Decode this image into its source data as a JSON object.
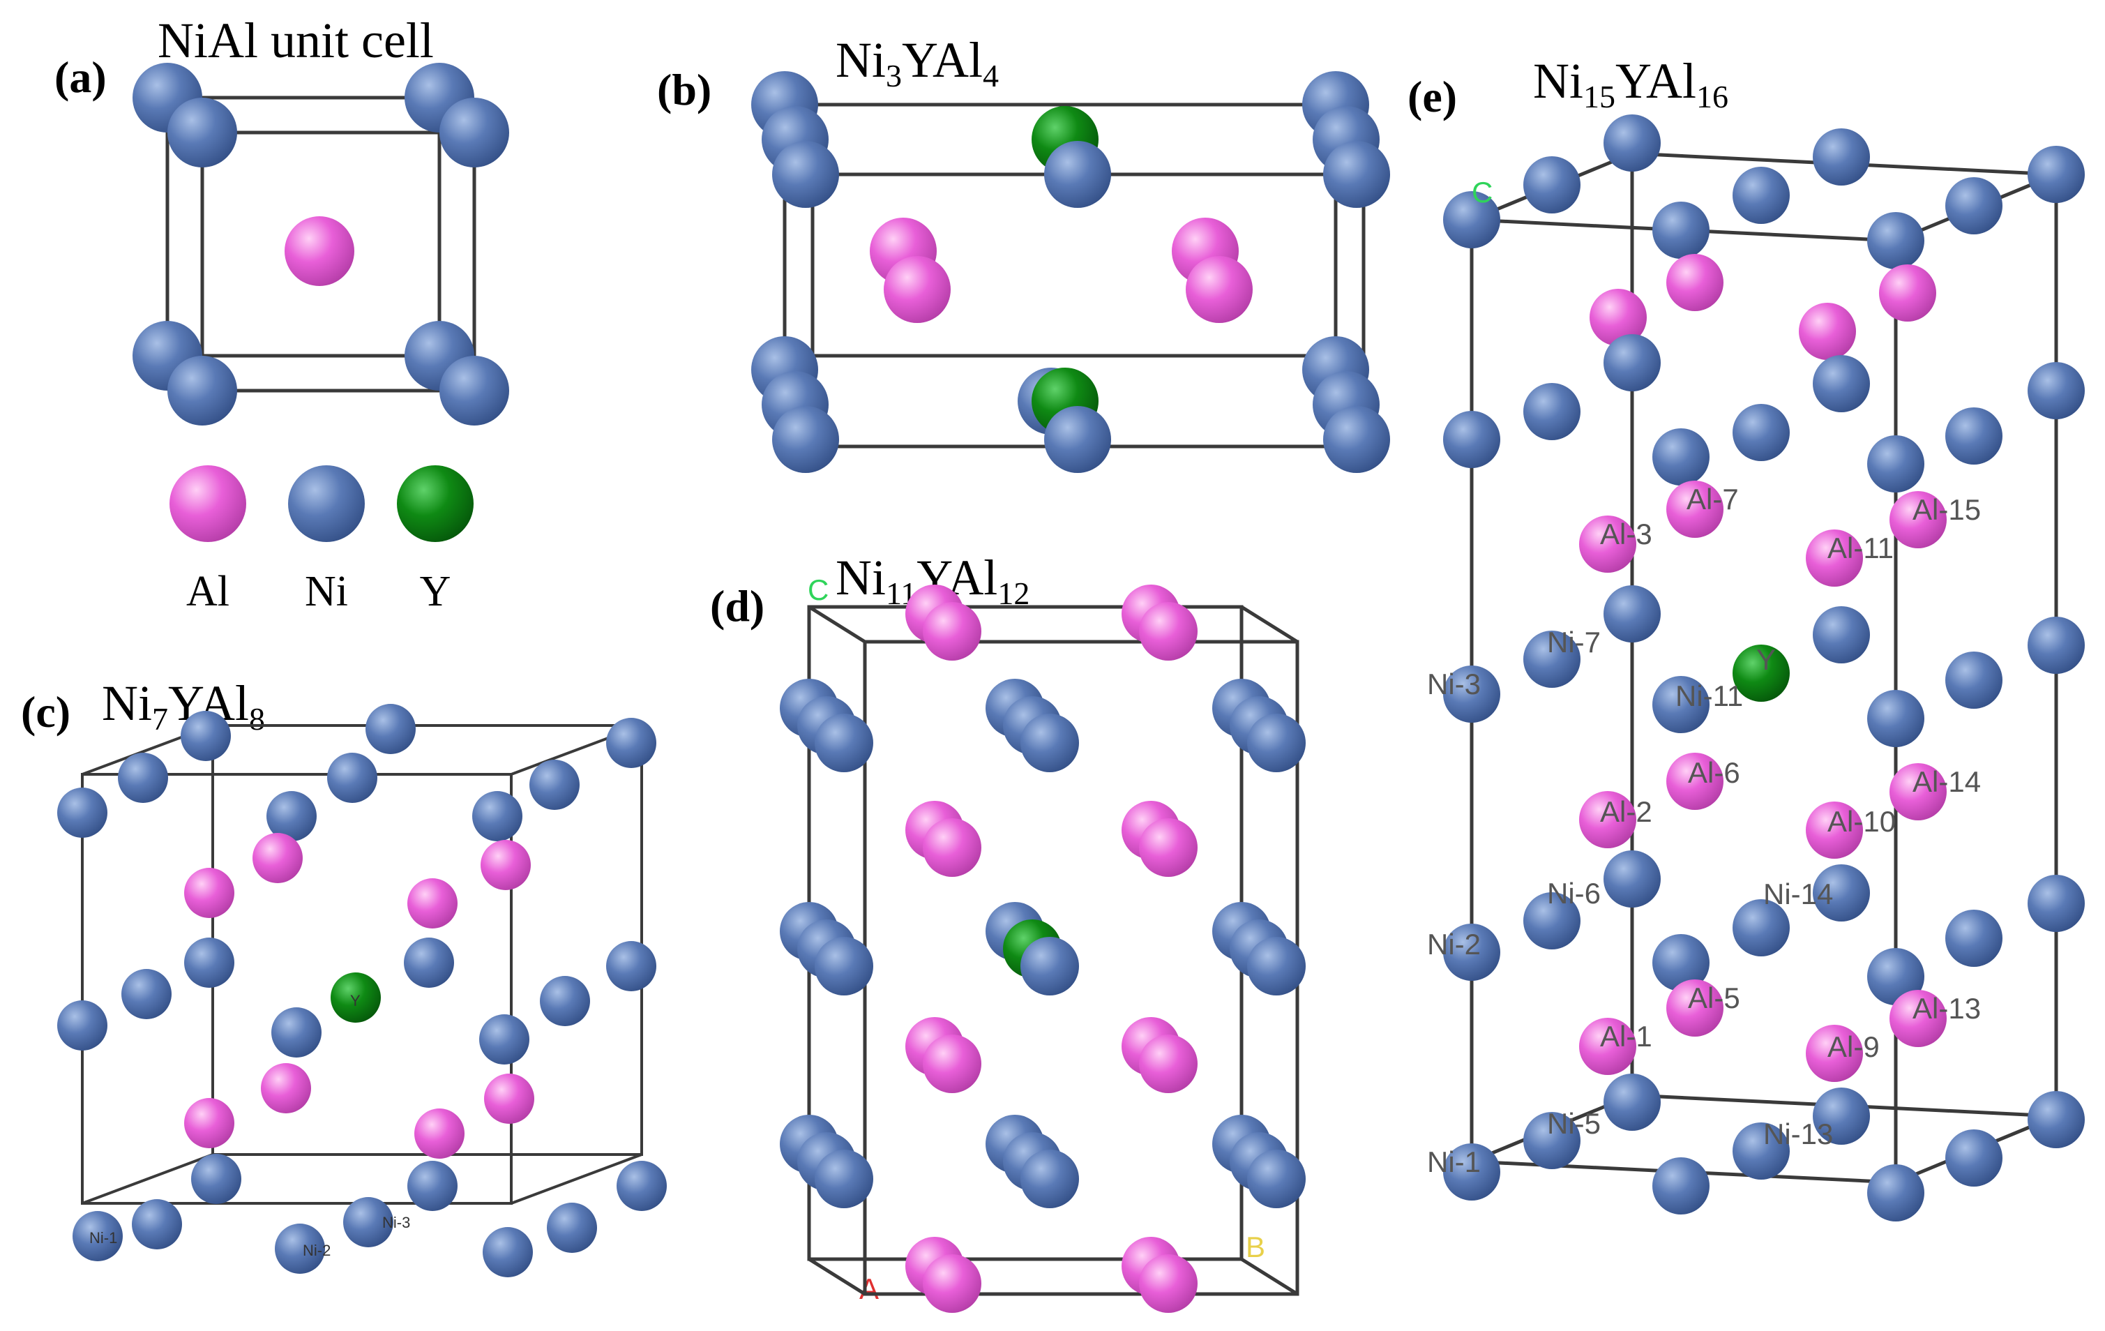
{
  "colors": {
    "Al": "#e85fd8",
    "Ni": "#5a7ab6",
    "Y": "#0f8a14",
    "edge": "#3a3a3a",
    "background": "#ffffff"
  },
  "legend": {
    "items": [
      {
        "symbol": "Al",
        "label": "Al",
        "color": "#e85fd8"
      },
      {
        "symbol": "Ni",
        "label": "Ni",
        "color": "#5a7ab6"
      },
      {
        "symbol": "Y",
        "label": "Y",
        "color": "#0f8a14"
      }
    ]
  },
  "panels": {
    "a": {
      "letter": "(a)",
      "title": "NiAl unit cell"
    },
    "b": {
      "letter": "(b)",
      "formula": [
        {
          "t": "Ni"
        },
        {
          "t": "3",
          "sub": true
        },
        {
          "t": "YAl"
        },
        {
          "t": "4",
          "sub": true
        }
      ]
    },
    "c": {
      "letter": "(c)",
      "formula": [
        {
          "t": "Ni"
        },
        {
          "t": "7",
          "sub": true
        },
        {
          "t": "YAl"
        },
        {
          "t": "8",
          "sub": true
        }
      ],
      "site_labels": [
        "Ni-1",
        "Ni-2",
        "Ni-3",
        "Y"
      ]
    },
    "d": {
      "letter": "(d)",
      "formula": [
        {
          "t": "Ni"
        },
        {
          "t": "11",
          "sub": true
        },
        {
          "t": "YAl"
        },
        {
          "t": "12",
          "sub": true
        }
      ],
      "axis_labels": {
        "c": "C",
        "a": "A",
        "b": "B"
      }
    },
    "e": {
      "letter": "(e)",
      "formula": [
        {
          "t": "Ni"
        },
        {
          "t": "15",
          "sub": true
        },
        {
          "t": "YAl"
        },
        {
          "t": "16",
          "sub": true
        }
      ],
      "site_labels": [
        "Al-7",
        "Al-15",
        "Al-3",
        "Al-11",
        "Ni-7",
        "Ni-3",
        "Ni-11",
        "Y",
        "Al-6",
        "Al-14",
        "Al-2",
        "Al-10",
        "Ni-6",
        "Ni-14",
        "Ni-2",
        "Al-5",
        "Al-13",
        "Al-1",
        "Al-9",
        "Ni-5",
        "Ni-13",
        "Ni-1",
        "C"
      ]
    }
  }
}
